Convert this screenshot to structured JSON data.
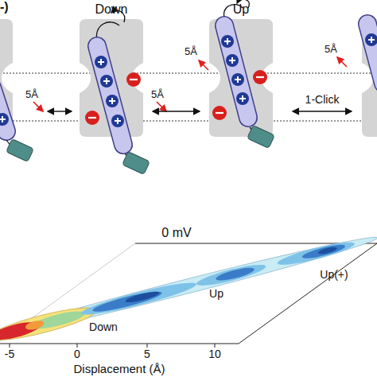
{
  "diagram": {
    "nodes": [
      {
        "text": [
          "Down"
        ]
      },
      {
        "text": [
          "Up"
        ]
      }
    ],
    "edges": [
      {
        "from": 0,
        "to": 1,
        "arrow": "both"
      }
    ],
    "labels": [
      "-)",
      "5Å",
      "5Å",
      "5Å",
      "5Å",
      "1-Click",
      "0 mV",
      "Down",
      "Up",
      "Up(+)",
      "-5",
      "0",
      "5",
      "10",
      "Displacement (Å)"
    ]
  }
}
